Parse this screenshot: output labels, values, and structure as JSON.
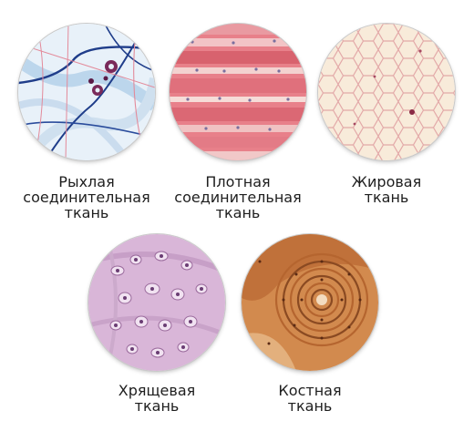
{
  "tissues": [
    {
      "name": [
        "Рыхлая",
        "соединительная",
        "ткань"
      ]
    },
    {
      "name": [
        "Плотная",
        "соединительная",
        "ткань"
      ]
    },
    {
      "name": [
        "Жировая",
        "ткань"
      ]
    },
    {
      "name": [
        "Хрящевая",
        "ткань"
      ]
    },
    {
      "name": [
        "Костная",
        "ткань"
      ]
    }
  ]
}
